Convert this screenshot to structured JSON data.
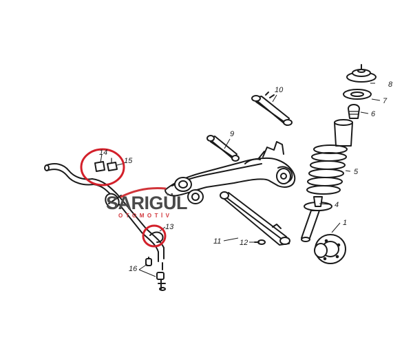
{
  "logo": {
    "main_text": "SARIGÜL",
    "sub_text": "OTOMOTİV",
    "main_color": "#4a4a4a",
    "accent_color": "#d1353a"
  },
  "highlight_color": "#d3202a",
  "callouts": [
    {
      "id": "1",
      "label": "1"
    },
    {
      "id": "4",
      "label": "4"
    },
    {
      "id": "5",
      "label": "5"
    },
    {
      "id": "6",
      "label": "6"
    },
    {
      "id": "7",
      "label": "7"
    },
    {
      "id": "8",
      "label": "8"
    },
    {
      "id": "9",
      "label": "9"
    },
    {
      "id": "10",
      "label": "10"
    },
    {
      "id": "11",
      "label": "11"
    },
    {
      "id": "12",
      "label": "12"
    },
    {
      "id": "13",
      "label": "13"
    },
    {
      "id": "14",
      "label": "14"
    },
    {
      "id": "15",
      "label": "15"
    },
    {
      "id": "16",
      "label": "16"
    }
  ]
}
